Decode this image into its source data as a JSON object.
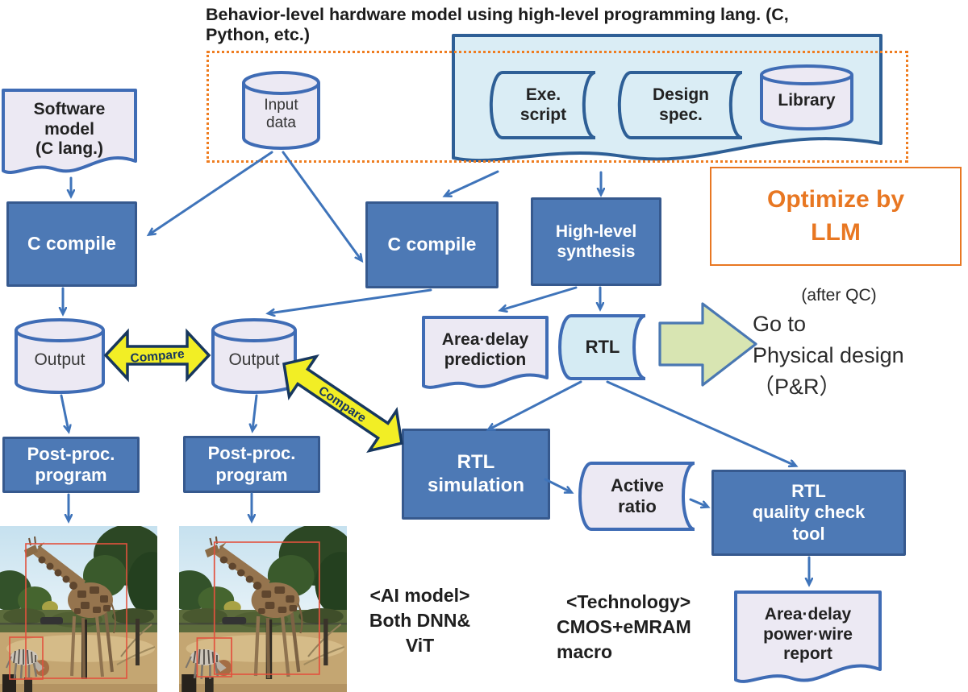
{
  "title": {
    "line1": "Behavior-level hardware model using high-level programming lang. (C,",
    "line2": "Python, etc.)"
  },
  "nodes": {
    "software_model": {
      "line1": "Software",
      "line2": "model",
      "line3": "(C lang.)"
    },
    "input_data": {
      "line1": "Input",
      "line2": "data"
    },
    "exe_script": {
      "line1": "Exe.",
      "line2": "script"
    },
    "design_spec": {
      "line1": "Design",
      "line2": "spec."
    },
    "library": {
      "label": "Library"
    },
    "optimize_llm": {
      "line1": "Optimize by",
      "line2": "LLM"
    },
    "c_compile_left": {
      "label": "C compile"
    },
    "c_compile_mid": {
      "label": "C compile"
    },
    "high_level_synthesis": {
      "line1": "High-level",
      "line2": "synthesis"
    },
    "output_left": {
      "label": "Output"
    },
    "output_mid": {
      "label": "Output"
    },
    "compare_horizontal": {
      "label": "Compare"
    },
    "compare_diagonal": {
      "label": "Compare"
    },
    "area_delay_prediction": {
      "line1": "Area·delay",
      "line2": "prediction"
    },
    "rtl": {
      "label": "RTL"
    },
    "after_qc": {
      "label": "(after QC)"
    },
    "go_to": {
      "line1": "Go to",
      "line2": "Physical design",
      "line3": "（P&R）"
    },
    "post_proc_left": {
      "line1": "Post-proc.",
      "line2": "program"
    },
    "post_proc_mid": {
      "line1": "Post-proc.",
      "line2": "program"
    },
    "rtl_simulation": {
      "line1": "RTL",
      "line2": "simulation"
    },
    "active_ratio": {
      "line1": "Active",
      "line2": "ratio"
    },
    "rtl_quality_check": {
      "line1": "RTL",
      "line2": "quality check",
      "line3": "tool"
    },
    "report": {
      "line1": "Area·delay",
      "line2": "power·wire",
      "line3": "report"
    },
    "ai_model_note": {
      "line1": "<AI model>",
      "line2": "Both DNN&",
      "line3": "ViT"
    },
    "technology_note": {
      "line1": "<Technology>",
      "line2": "CMOS+eMRAM",
      "line3": "macro"
    }
  },
  "colors": {
    "box_blue": "#4d79b5",
    "box_border": "#36598e",
    "shape_border": "#3f6cb5",
    "lavender": "#ece9f3",
    "container_blue": "#daedf5",
    "rtl_blue": "#d5ebf3",
    "arrow_blue": "#3f74ba",
    "orange": "#e87722",
    "yellow": "#f2ee25",
    "navy": "#17375e",
    "green_fill": "#d8e5b2",
    "red_bbox": "#e2523e"
  }
}
